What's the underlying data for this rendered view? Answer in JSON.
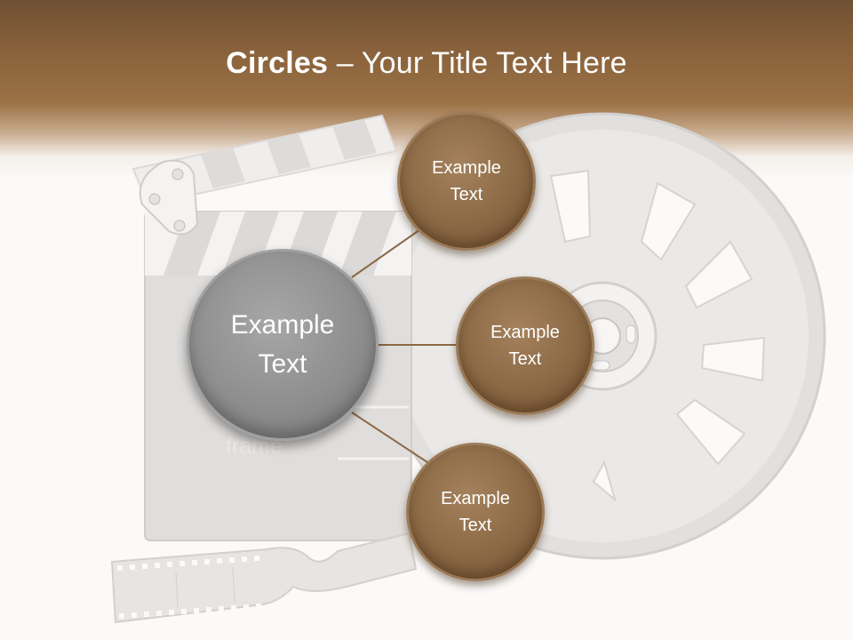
{
  "title": {
    "bold": "Circles",
    "rest": " – Your Title Text Here"
  },
  "background": {
    "clapper_text": "frame"
  },
  "diagram": {
    "center": {
      "line1": "Example",
      "line2": "Text"
    },
    "nodes": [
      {
        "line1": "Example",
        "line2": "Text"
      },
      {
        "line1": "Example",
        "line2": "Text"
      },
      {
        "line1": "Example",
        "line2": "Text"
      }
    ]
  },
  "colors": {
    "accent_brown": "#8c6a46",
    "center_gray": "#8e8e8e",
    "header_brown": "#8a633c"
  }
}
